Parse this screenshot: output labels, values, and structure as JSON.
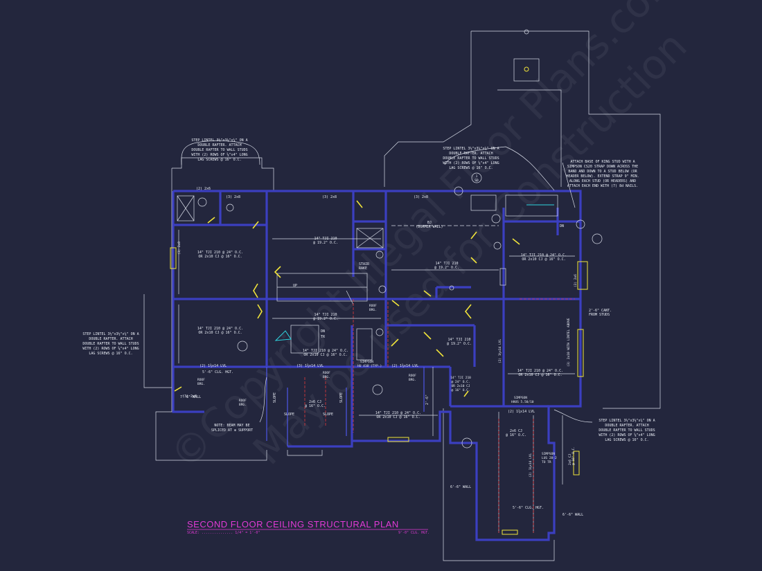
{
  "title": "SECOND FLOOR CEILING STRUCTURAL PLAN",
  "scale_left": "SCALE: ............... 1/4\" = 1'-0\"",
  "scale_right": "9'-0\" CLG. HGT.",
  "watermark_lines": [
    "©Copyright Illegal Floor Plans.com",
    "May be used for Construction"
  ],
  "notes": {
    "top_left": [
      "STEP LINTEL 3½\"x3½\"x¼\" ON A",
      "DOUBLE RAFTER. ATTACH",
      "DOUBLE RAFTER TO WALL STUDS",
      "WITH (2) ROWS OF ⅝\"x4\" LONG",
      "LAG SCREWS @ 16\" O.C."
    ],
    "top_center": [
      "STEP LINTEL 3½\"x3½\"x¼\" ON A",
      "DOUBLE RAFTER. ATTACH",
      "DOUBLE RAFTER TO WALL STUDS",
      "WITH (2) ROWS OF ⅝\"x4\" LONG",
      "LAG SCREWS @ 16\" O.C."
    ],
    "top_right": [
      "ATTACH BASE OF KING STUD WITH A",
      "SIMPSON CS20 STRAP DOWN ACROSS THE",
      "BAND AND DOWN TO A STUD BELOW (OR",
      "HEADER BELOW). EXTEND STRAP 9\" MIN.",
      "ALONG EACH STUD (OR HEADERS) AND",
      "ATTACH EACH END WITH (7) 8d NAILS."
    ],
    "left": [
      "STEP LINTEL 3½\"x3½\"x¼\" ON A",
      "DOUBLE RAFTER. ATTACH",
      "DOUBLE RAFTER TO WALL STUDS",
      "WITH (2) ROWS OF ⅝\"x4\" LONG",
      "LAG SCREWS @ 16\" O.C."
    ],
    "bottom_right": [
      "STEP LINTEL 3½\"x3½\"x¼\" ON A",
      "DOUBLE RAFTER. ATTACH",
      "DOUBLE RAFTER TO WALL STUDS",
      "WITH (2) ROWS OF ⅝\"x4\" LONG",
      "LAG SCREWS @ 16\" O.C."
    ],
    "beam": [
      "NOTE: BEAM MAY BE",
      "SPLICED AT ⊕ SUPPORT"
    ]
  },
  "labels": {
    "joist_a": [
      "14\" TJI 210 @ 24\" O.C.",
      "OR 2x10 CJ @ 16\" O.C."
    ],
    "joist_b": [
      "14\" TJI 210",
      "@ 19.2\" O.C."
    ],
    "joist_c": [
      "14\" TJI 210 @ 24\" O.C.",
      "OR 2x10 CJ @ 16\" O.C."
    ],
    "joist_d": [
      "14\" TJI 210",
      "@ 19.2\" O.C."
    ],
    "joist_e": [
      "14\" TJI 210 @ 24\" O.C.",
      "OR 2x10 CJ @ 16\" O.C."
    ],
    "joist_f": [
      "14\" TJI 210",
      "@ 19.2\" O.C."
    ],
    "joist_g": [
      "14\" TJI 210 @ 24\" O.C.",
      "OR 2x10 CJ @ 16\" O.C."
    ],
    "joist_h": [
      "14\" TJI 210",
      "@ 19.2\" O.C."
    ],
    "joist_i": [
      "14\" TJI 210 @ 24\" O.C.",
      "OR 2x10 CJ @ 16\" O.C."
    ],
    "joist_j": [
      "14\" TJI 210",
      "@ 24\" O.C.",
      "OR 2x10 CJ",
      "@ 16\" O.C."
    ],
    "joist_k": [
      "14\" TJI 210 @ 24\" O.C.",
      "OR 2x10 CJ @ 16\" O.C."
    ],
    "joist_l": [
      "2x6 CJ",
      "@ 16\" O.C."
    ],
    "joist_m": [
      "2x6 CJ",
      "@ 16\" O.C."
    ],
    "lvl_1": "(3) 1¾x14 LVL",
    "lvl_2": "(2) 1¾x14 LVL",
    "lvl_3": "(2) 1¾x14 LVL",
    "lvl_4": "(2) 1¾x14 LVL",
    "lvl_5": "(2) 1¾x14 LVL",
    "lvl_6": "(2) 1¾x14 LVL",
    "header_2x8_a": "(3) 2x8",
    "header_2x8_b": "(3) 2x8",
    "header_2x8_c": "(3) 2x8",
    "header_2x8_d": "(3) 2x8",
    "header_2x10": "(3) 2x10",
    "header_2x6": "(2) 2x6",
    "dormer": [
      "BJ",
      "(DORMER WALL)"
    ],
    "stair_bars": [
      "STAIR",
      "RAKE"
    ],
    "roof_brg_1": [
      "ROOF",
      "BRG."
    ],
    "roof_brg_2": [
      "ROOF",
      "BRG."
    ],
    "roof_brg_3": [
      "ROOF",
      "BRG."
    ],
    "roof_brg_4": [
      "ROOF",
      "BRG."
    ],
    "roof_brg_5": [
      "ROOF",
      "BRG."
    ],
    "simpson_1": [
      "SIMPSON",
      "HU 410 (TYP.)"
    ],
    "simpson_2": [
      "SIMPSON",
      "HHUS 5.50/10"
    ],
    "simpson_3": [
      "SIMPSON",
      "LUS 28-2",
      "TO TR"
    ],
    "clg_hgt_1": "5'-6\" CLG. HGT.",
    "clg_hgt_2": "5'-6\" CLG. HGT.",
    "wall_1": "7'-6\" WALL",
    "wall_2": "6'-6\" WALL",
    "wall_3": "6'-6\" WALL",
    "cant": [
      "2'-6\" CANT.",
      "FROM STUDS"
    ],
    "slope_1": "SLOPE",
    "slope_2": "SLOPE",
    "slope_3": "SLOPE",
    "slope_4": "SLOPE",
    "cj_2x6": [
      "2x6 CJ",
      "@ 16\" O.C."
    ],
    "dn_1": "DN",
    "dn_2": "DN",
    "up": "UP",
    "tr": "TR",
    "width_2ft": "2'-6\"",
    "lintel_left": "(3) 2x8",
    "lintel_right": "(2) 2x6",
    "lintel_vert": "(3) 2x10 WITH LINTEL ABOVE",
    "lvl_vert": "(2) 1¾x14 LVL",
    "lvl_vert_2": "(2) 1¾x14 LVL",
    "callouts": [
      "1",
      "SD"
    ]
  }
}
